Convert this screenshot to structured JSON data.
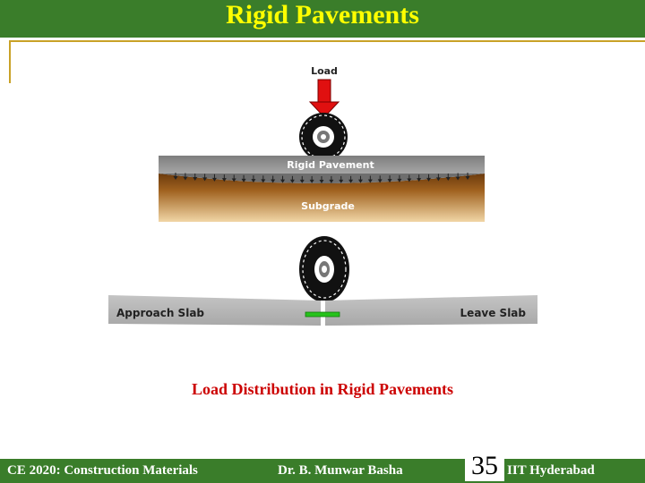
{
  "slide": {
    "title": "Rigid Pavements",
    "caption": "Load Distribution in Rigid Pavements",
    "slide_number": "35"
  },
  "diagram_top": {
    "load_label": "Load",
    "pavement_label": "Rigid Pavement",
    "subgrade_label": "Subgrade"
  },
  "diagram_bottom": {
    "approach_label": "Approach Slab",
    "leave_label": "Leave Slab"
  },
  "footer": {
    "course": "CE 2020: Construction Materials",
    "instructor": "Dr. B. Munwar Basha",
    "institute": "IIT Hyderabad"
  },
  "colors": {
    "theme_green": "#3a7d2a",
    "title_yellow": "#ffff00",
    "accent_gold": "#c9a227",
    "caption_red": "#cc0000",
    "load_arrow_red": "#e01010"
  }
}
